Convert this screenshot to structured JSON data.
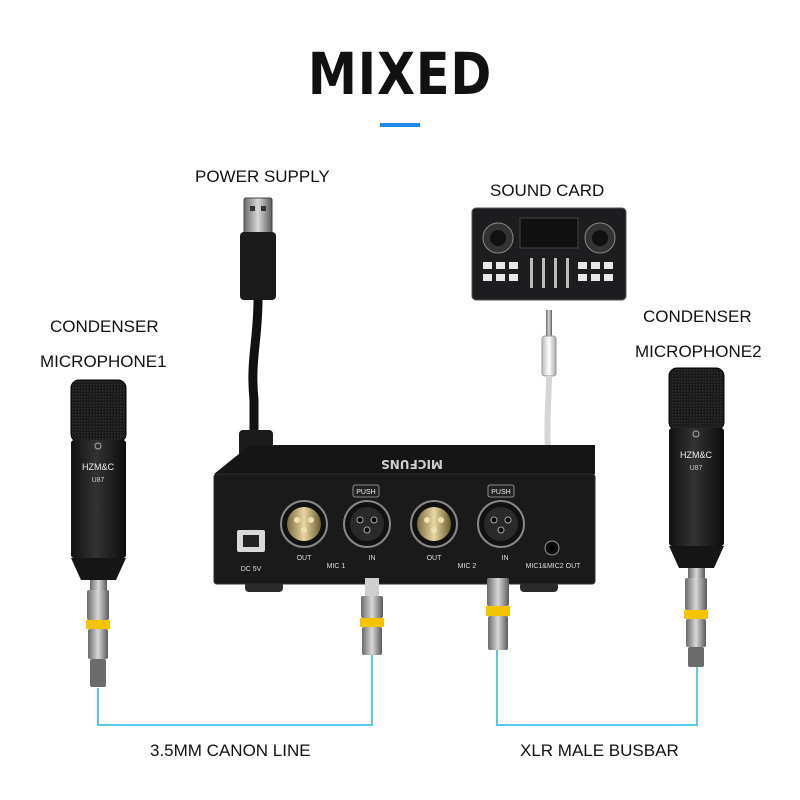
{
  "title": "MIXED",
  "labels": {
    "power_supply": "POWER SUPPLY",
    "sound_card": "SOUND CARD",
    "mic1_line1": "CONDENSER",
    "mic1_line2": "MICROPHONE1",
    "mic2_line1": "CONDENSER",
    "mic2_line2": "MICROPHONE2",
    "canon_line": "3.5MM CANON LINE",
    "xlr_busbar": "XLR MALE BUSBAR"
  },
  "device": {
    "brand": "MICFUNS",
    "push": "PUSH",
    "dc": "DC 5V",
    "out": "OUT",
    "in": "IN",
    "mic1": "MIC 1",
    "mic2": "MIC 2",
    "mix_out": "MIC1&MIC2 OUT"
  },
  "microphone": {
    "brand": "HZM&C",
    "model": "U87"
  },
  "colors": {
    "accent": "#1e88e5",
    "cable_line": "#5bc8e8",
    "connector_band": "#f5c400"
  }
}
